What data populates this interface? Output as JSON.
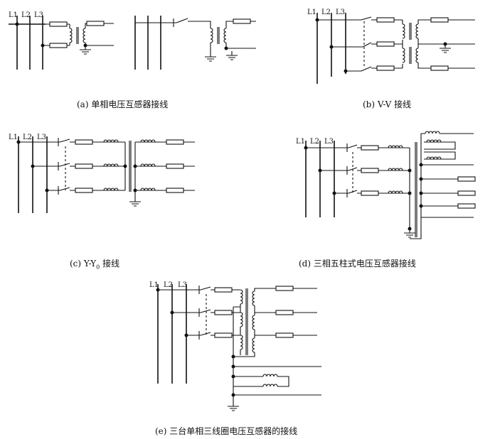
{
  "bus_labels": [
    "L1",
    "L2",
    "L3"
  ],
  "captions": {
    "a": "(a) 单相电压互感器接线",
    "b": "(b) V-V 接线",
    "c": "(c) Y-Y",
    "c_sub": "0",
    "c_tail": " 接线",
    "d": "(d) 三相五柱式电压互感器接线",
    "e": "(e) 三台单相三线圈电压互感器的接线"
  }
}
